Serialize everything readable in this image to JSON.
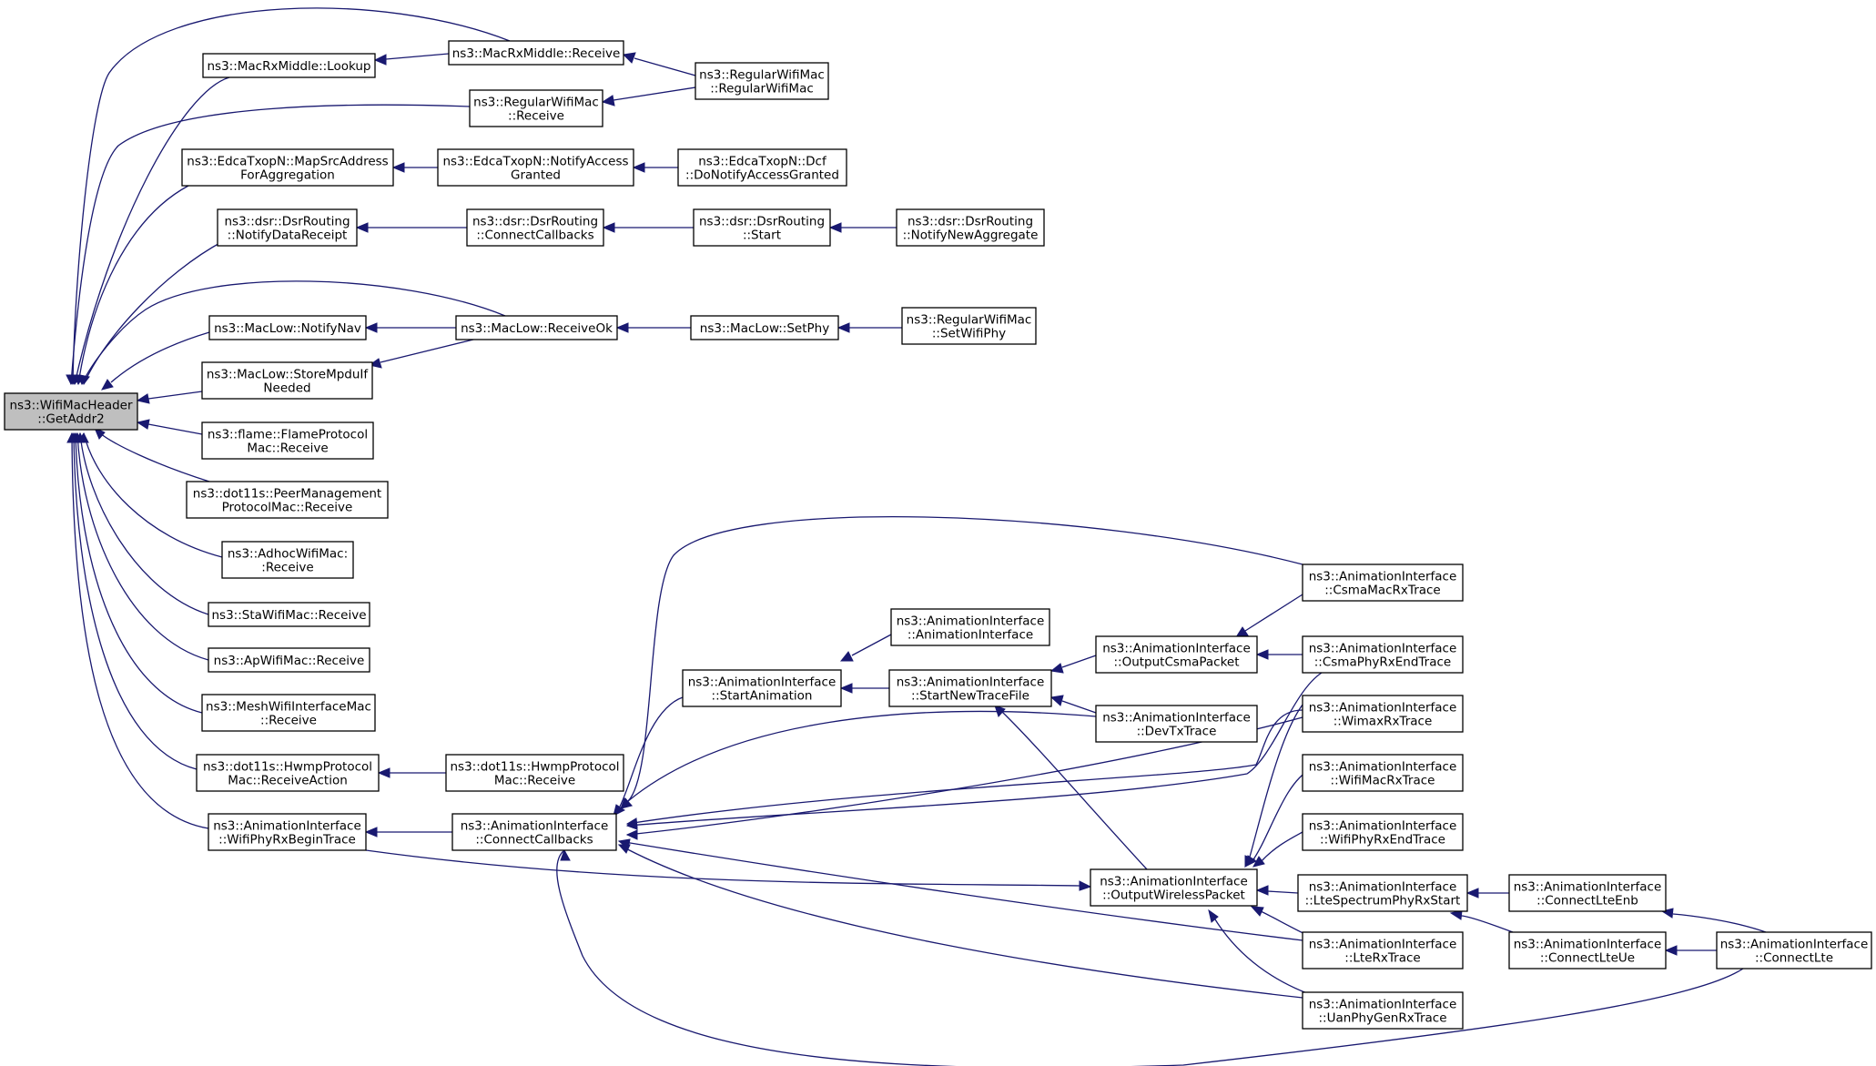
{
  "colors": {
    "edge": "#191970",
    "node_border": "#000000",
    "root_fill": "#bfbfbf",
    "node_fill": "#ffffff"
  },
  "nodes": {
    "n0": {
      "lines": [
        "ns3::WifiMacHeader",
        "::GetAddr2"
      ]
    },
    "n1": {
      "lines": [
        "ns3::MacRxMiddle::Lookup"
      ]
    },
    "n2": {
      "lines": [
        "ns3::MacRxMiddle::Receive"
      ]
    },
    "n3": {
      "lines": [
        "ns3::RegularWifiMac",
        "::RegularWifiMac"
      ]
    },
    "n4": {
      "lines": [
        "ns3::RegularWifiMac",
        "::Receive"
      ]
    },
    "n5": {
      "lines": [
        "ns3::EdcaTxopN::MapSrcAddress",
        "ForAggregation"
      ]
    },
    "n6": {
      "lines": [
        "ns3::EdcaTxopN::NotifyAccess",
        "Granted"
      ]
    },
    "n7": {
      "lines": [
        "ns3::EdcaTxopN::Dcf",
        "::DoNotifyAccessGranted"
      ]
    },
    "n8": {
      "lines": [
        "ns3::dsr::DsrRouting",
        "::NotifyDataReceipt"
      ]
    },
    "n9": {
      "lines": [
        "ns3::dsr::DsrRouting",
        "::ConnectCallbacks"
      ]
    },
    "n10": {
      "lines": [
        "ns3::dsr::DsrRouting",
        "::Start"
      ]
    },
    "n11": {
      "lines": [
        "ns3::dsr::DsrRouting",
        "::NotifyNewAggregate"
      ]
    },
    "n12": {
      "lines": [
        "ns3::MacLow::NotifyNav"
      ]
    },
    "n13": {
      "lines": [
        "ns3::MacLow::ReceiveOk"
      ]
    },
    "n14": {
      "lines": [
        "ns3::MacLow::SetPhy"
      ]
    },
    "n15": {
      "lines": [
        "ns3::RegularWifiMac",
        "::SetWifiPhy"
      ]
    },
    "n16": {
      "lines": [
        "ns3::MacLow::StoreMpduIf",
        "Needed"
      ]
    },
    "n17": {
      "lines": [
        "ns3::flame::FlameProtocol",
        "Mac::Receive"
      ]
    },
    "n18": {
      "lines": [
        "ns3::dot11s::PeerManagement",
        "ProtocolMac::Receive"
      ]
    },
    "n19": {
      "lines": [
        "ns3::AdhocWifiMac:",
        ":Receive"
      ]
    },
    "n20": {
      "lines": [
        "ns3::StaWifiMac::Receive"
      ]
    },
    "n21": {
      "lines": [
        "ns3::ApWifiMac::Receive"
      ]
    },
    "n22": {
      "lines": [
        "ns3::MeshWifiInterfaceMac",
        "::Receive"
      ]
    },
    "n23": {
      "lines": [
        "ns3::dot11s::HwmpProtocol",
        "Mac::ReceiveAction"
      ]
    },
    "n24": {
      "lines": [
        "ns3::dot11s::HwmpProtocol",
        "Mac::Receive"
      ]
    },
    "n25": {
      "lines": [
        "ns3::AnimationInterface",
        "::WifiPhyRxBeginTrace"
      ]
    },
    "n26": {
      "lines": [
        "ns3::AnimationInterface",
        "::ConnectCallbacks"
      ]
    },
    "n27": {
      "lines": [
        "ns3::AnimationInterface",
        "::StartAnimation"
      ]
    },
    "n28": {
      "lines": [
        "ns3::AnimationInterface",
        "::AnimationInterface"
      ]
    },
    "n29": {
      "lines": [
        "ns3::AnimationInterface",
        "::StartNewTraceFile"
      ]
    },
    "n30": {
      "lines": [
        "ns3::AnimationInterface",
        "::OutputCsmaPacket"
      ]
    },
    "n31": {
      "lines": [
        "ns3::AnimationInterface",
        "::DevTxTrace"
      ]
    },
    "n32": {
      "lines": [
        "ns3::AnimationInterface",
        "::CsmaMacRxTrace"
      ]
    },
    "n33": {
      "lines": [
        "ns3::AnimationInterface",
        "::CsmaPhyRxEndTrace"
      ]
    },
    "n34": {
      "lines": [
        "ns3::AnimationInterface",
        "::WimaxRxTrace"
      ]
    },
    "n35": {
      "lines": [
        "ns3::AnimationInterface",
        "::WifiMacRxTrace"
      ]
    },
    "n36": {
      "lines": [
        "ns3::AnimationInterface",
        "::WifiPhyRxEndTrace"
      ]
    },
    "n37": {
      "lines": [
        "ns3::AnimationInterface",
        "::OutputWirelessPacket"
      ]
    },
    "n38": {
      "lines": [
        "ns3::AnimationInterface",
        "::LteSpectrumPhyRxStart"
      ]
    },
    "n39": {
      "lines": [
        "ns3::AnimationInterface",
        "::LteRxTrace"
      ]
    },
    "n40": {
      "lines": [
        "ns3::AnimationInterface",
        "::UanPhyGenRxTrace"
      ]
    },
    "n41": {
      "lines": [
        "ns3::AnimationInterface",
        "::ConnectLteEnb"
      ]
    },
    "n42": {
      "lines": [
        "ns3::AnimationInterface",
        "::ConnectLteUe"
      ]
    },
    "n43": {
      "lines": [
        "ns3::AnimationInterface",
        "::ConnectLte"
      ]
    }
  }
}
